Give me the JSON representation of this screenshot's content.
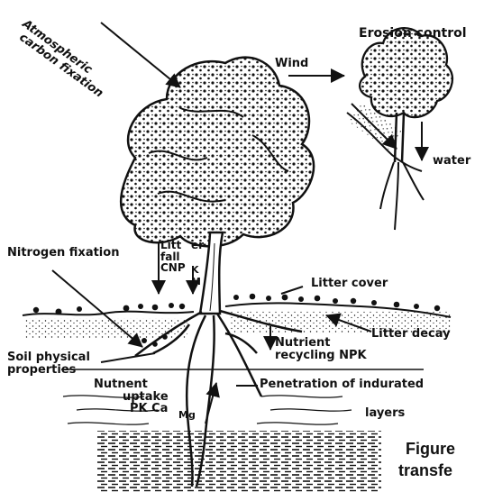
{
  "labels": {
    "atmospheric_line1": "Atmospheric",
    "atmospheric_line2": "carbon fixation",
    "wind": "Wind",
    "erosion_control": "Erosion control",
    "water": "water",
    "litter_line1": "Litt",
    "litter_line2": "fall",
    "litter_line3": "CNP",
    "er": "er",
    "k": "K",
    "m": "M",
    "nitrogen_fixation": "Nitrogen fixation",
    "litter_cover": "Litter cover",
    "litter_decay": "Litter decay",
    "nutrient_recycling_line1": "Nutrient",
    "nutrient_recycling_line2": "recycling NPK",
    "soil_physical_line1": "Soil physical",
    "soil_physical_line2": "properties",
    "nutrient_uptake_line1": "Nutnent",
    "nutrient_uptake_line2": "uptake",
    "nutrient_uptake_line3": "PK Ca",
    "mg": "Mg",
    "penetration": "Penetration of indurated",
    "layers": "layers"
  },
  "caption": {
    "line1": "Figure",
    "line2": "transfe"
  }
}
